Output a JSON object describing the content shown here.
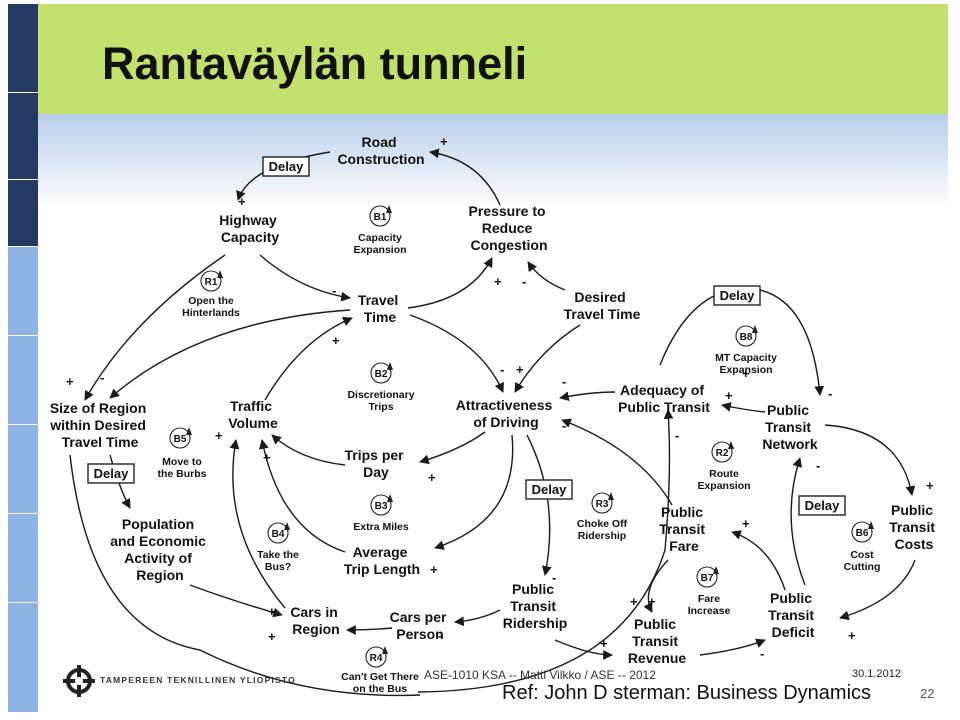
{
  "slide": {
    "title": "Rantaväylän tunneli",
    "colors": {
      "title_band": "#c2e06c",
      "sidebar_dark": "#243a63",
      "sidebar_light": "#8fb3e4",
      "fade_top": "#b9cee9"
    }
  },
  "diagram": {
    "nodes": {
      "road_construction": [
        "Road",
        "Construction"
      ],
      "highway_capacity": [
        "Highway",
        "Capacity"
      ],
      "pressure": [
        "Pressure to",
        "Reduce",
        "Congestion"
      ],
      "travel_time": [
        "Travel",
        "Time"
      ],
      "desired_travel_time": [
        "Desired",
        "Travel Time"
      ],
      "size_of_region": [
        "Size of Region",
        "within Desired",
        "Travel Time"
      ],
      "traffic_volume": [
        "Traffic",
        "Volume"
      ],
      "attractiveness": [
        "Attractiveness",
        "of Driving"
      ],
      "adequacy": [
        "Adequacy of",
        "Public Transit"
      ],
      "pt_network": [
        "Public",
        "Transit",
        "Network"
      ],
      "trips_per_day": [
        "Trips per",
        "Day"
      ],
      "population": [
        "Population",
        "and Economic",
        "Activity of",
        "Region"
      ],
      "average_trip_length": [
        "Average",
        "Trip Length"
      ],
      "pt_fare": [
        "Public",
        "Transit",
        "Fare"
      ],
      "pt_costs": [
        "Public",
        "Transit",
        "Costs"
      ],
      "pt_ridership": [
        "Public",
        "Transit",
        "Ridership"
      ],
      "cars_in_region": [
        "Cars in",
        "Region"
      ],
      "cars_per_person": [
        "Cars per",
        "Person"
      ],
      "pt_revenue": [
        "Public",
        "Transit",
        "Revenue"
      ],
      "pt_deficit": [
        "Public",
        "Transit",
        "Deficit"
      ]
    },
    "loops": {
      "b1": {
        "id": "B1",
        "label": [
          "Capacity",
          "Expansion"
        ]
      },
      "r1": {
        "id": "R1",
        "label": [
          "Open the",
          "Hinterlands"
        ]
      },
      "b2": {
        "id": "B2",
        "label": [
          "Discretionary",
          "Trips"
        ]
      },
      "b3": {
        "id": "B3",
        "label": [
          "Extra Miles"
        ]
      },
      "b4": {
        "id": "B4",
        "label": [
          "Take the",
          "Bus?"
        ]
      },
      "b5": {
        "id": "B5",
        "label": [
          "Move to",
          "the Burbs"
        ]
      },
      "b6": {
        "id": "B6",
        "label": [
          "Cost",
          "Cutting"
        ]
      },
      "b7": {
        "id": "B7",
        "label": [
          "Fare",
          "Increase"
        ]
      },
      "b8": {
        "id": "B8",
        "label": [
          "MT Capacity",
          "Expansion"
        ]
      },
      "r2": {
        "id": "R2",
        "label": [
          "Route",
          "Expansion"
        ]
      },
      "r3": {
        "id": "R3",
        "label": [
          "Choke Off",
          "Ridership"
        ]
      },
      "r4": {
        "id": "R4",
        "label": [
          "Can't Get There",
          "on the Bus"
        ]
      }
    },
    "delay_label": "Delay"
  },
  "footer": {
    "course": "ASE-1010 KSA -- Matti Vilkko / ASE -- 2012",
    "date": "30.1.2012",
    "reference": "Ref: John D sterman: Business Dynamics",
    "page": "22",
    "university": "TAMPEREEN TEKNILLINEN YLIOPISTO"
  }
}
